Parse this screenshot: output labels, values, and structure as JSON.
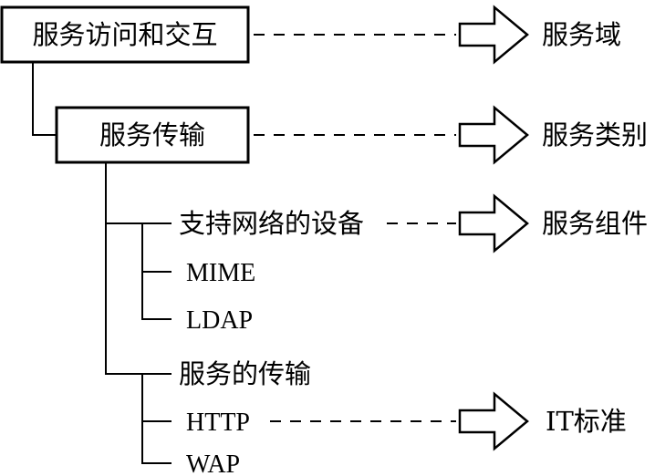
{
  "boxes": {
    "top": "服务访问和交互",
    "second": "服务传输"
  },
  "tree_items": {
    "devices": "支持网络的设备",
    "mime": "MIME",
    "ldap": "LDAP",
    "service_transport": "服务的传输",
    "http": "HTTP",
    "wap": "WAP"
  },
  "targets": {
    "domain": "服务域",
    "category": "服务类别",
    "component": "服务组件",
    "it_standard": "IT标准"
  }
}
